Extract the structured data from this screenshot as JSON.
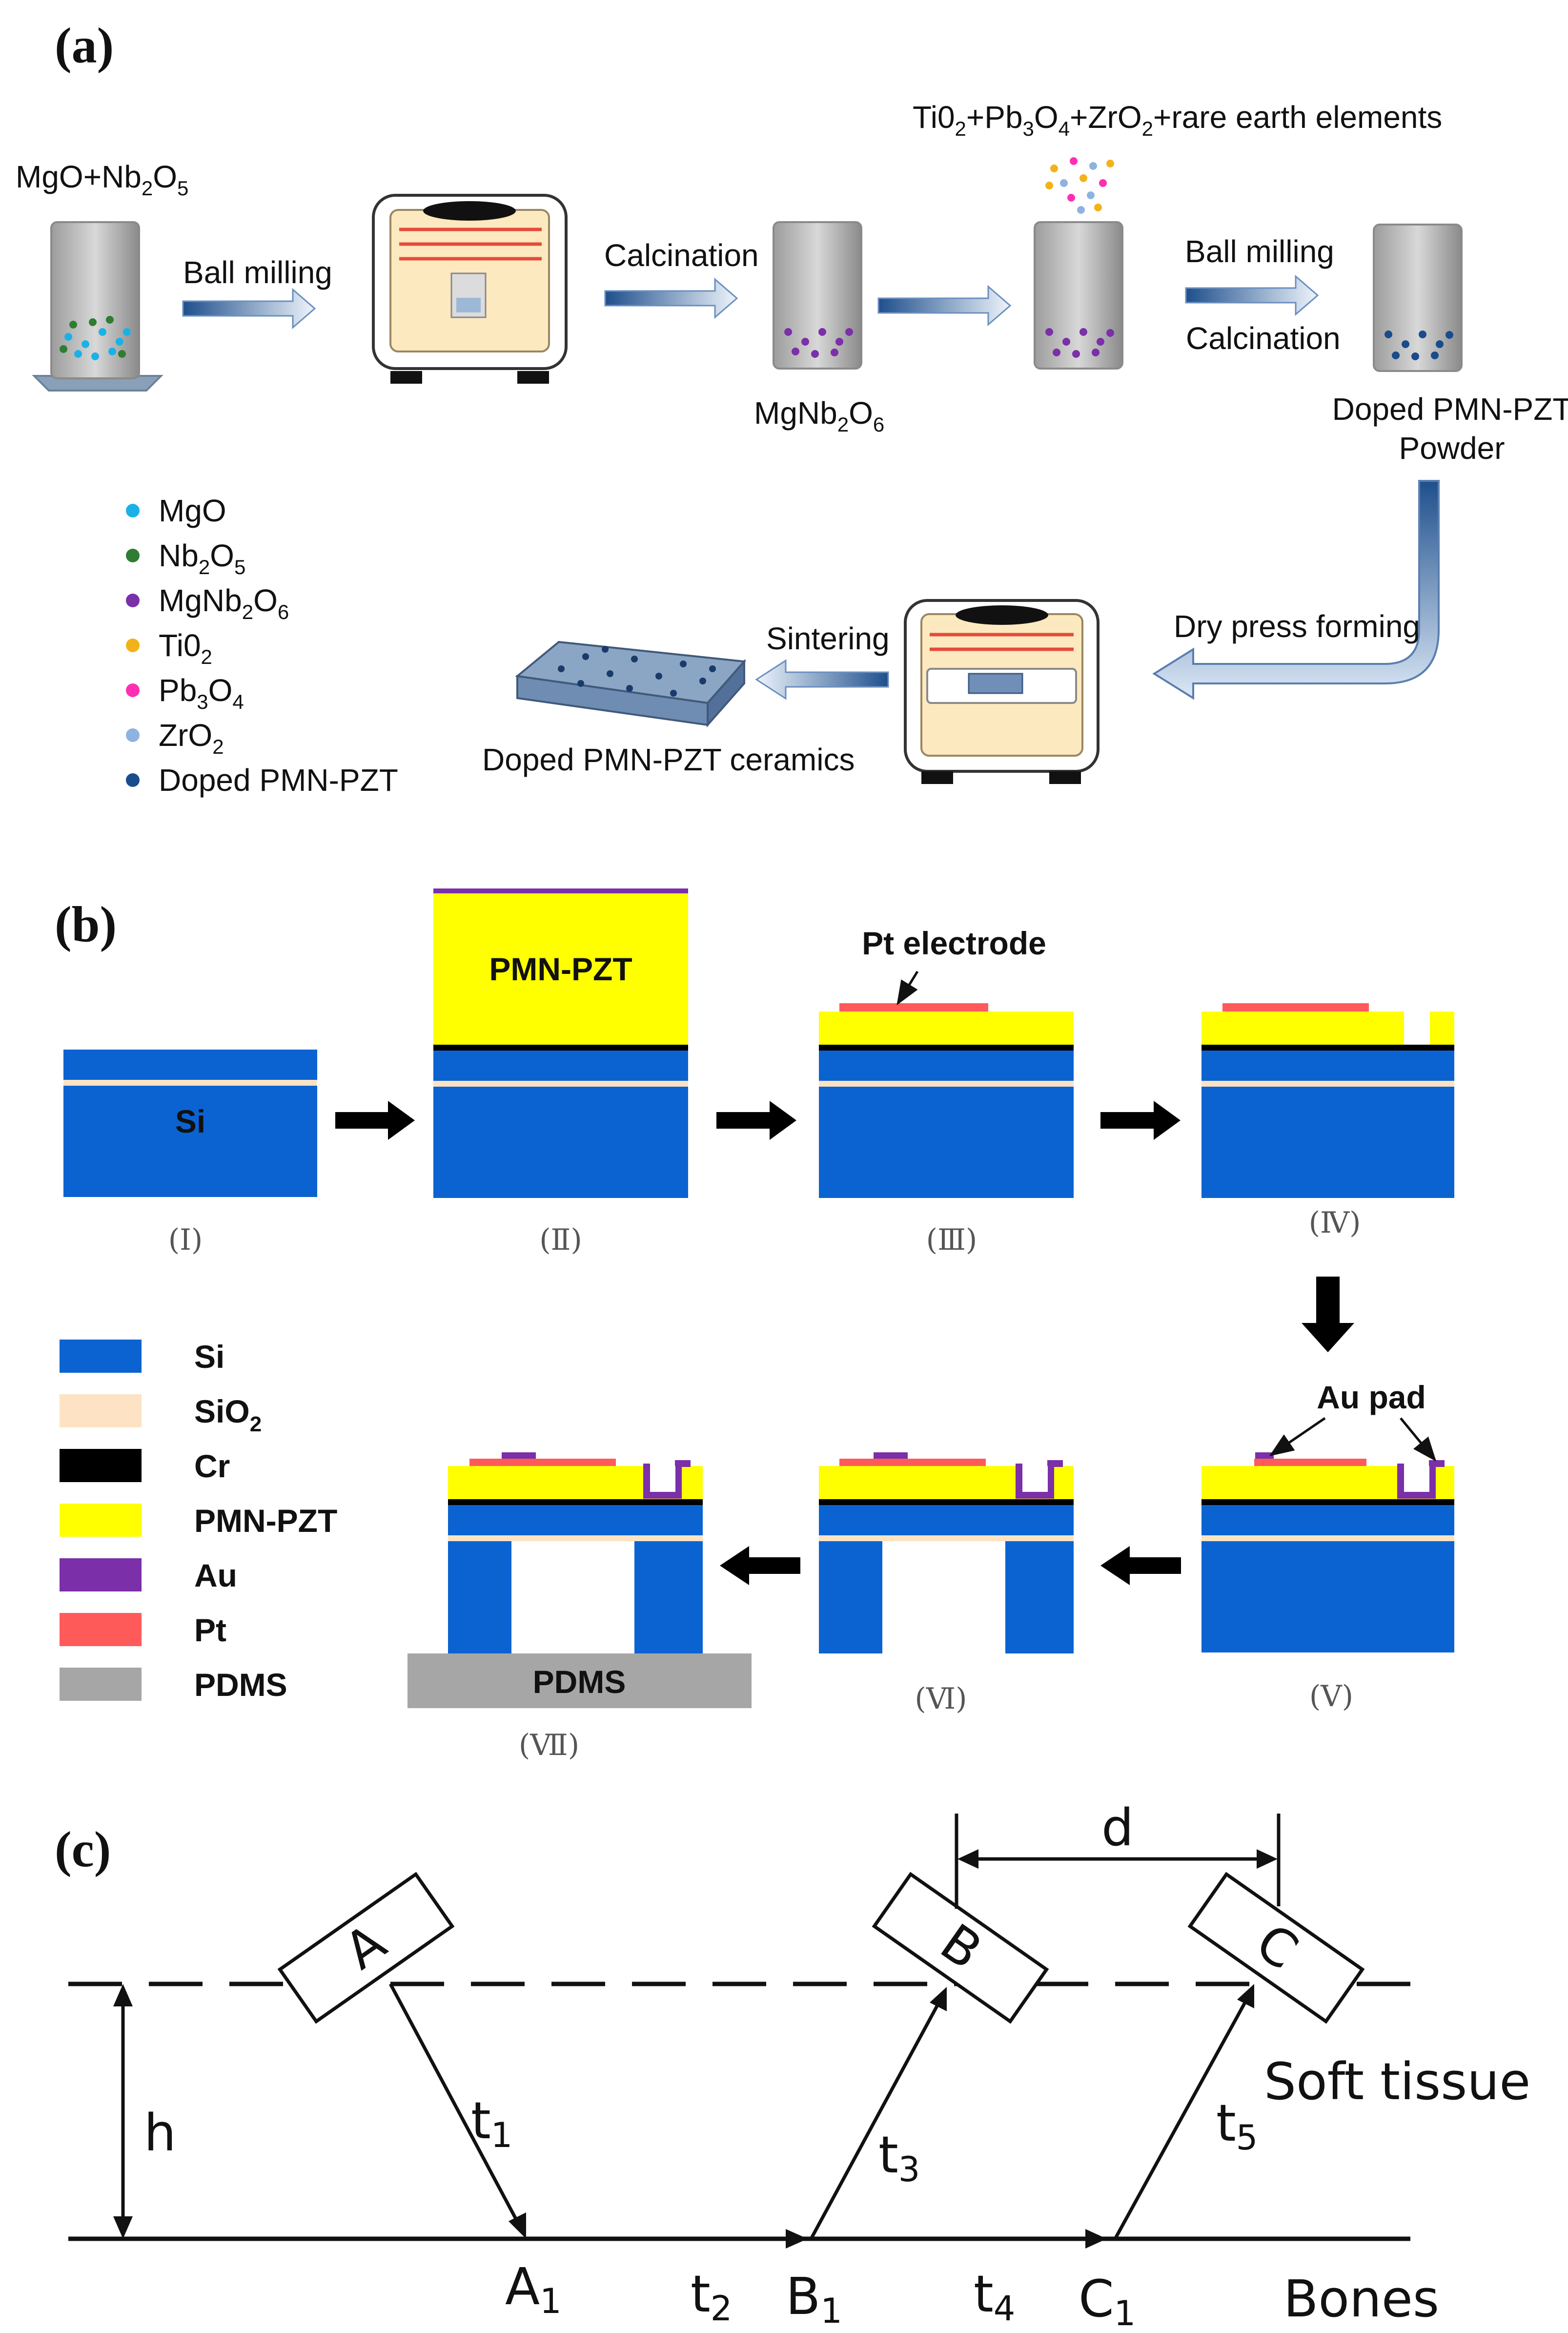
{
  "panel_labels": {
    "a": "(a)",
    "b": "(b)",
    "c": "(c)"
  },
  "panel_a": {
    "mgo_nb2o5": {
      "p1": "MgO+Nb",
      "s1": "2",
      "p2": "O",
      "s2": "5"
    },
    "ball_milling": "Ball milling",
    "calcination": "Calcination",
    "mgnb2o6": {
      "p1": "MgNb",
      "s1": "2",
      "p2": "O",
      "s2": "6"
    },
    "additives": {
      "p1": "Ti0",
      "s1": "2",
      "p2": "+Pb",
      "s2": "3",
      "p3": "O",
      "s3": "4",
      "p4": "+ZrO",
      "s4": "2",
      "p5": "+rare earth elements"
    },
    "ball_milling_2": "Ball milling",
    "calcination_2": "Calcination",
    "doped_powder_line1": "Doped PMN-PZT",
    "doped_powder_line2": "Powder",
    "dry_press_forming": "Dry press forming",
    "sintering": "Sintering",
    "doped_ceramics": "Doped PMN-PZT ceramics",
    "legend": [
      {
        "color": "#1ab2e6",
        "p1": "MgO"
      },
      {
        "color": "#2e7d32",
        "p1": "Nb",
        "s1": "2",
        "p2": "O",
        "s2": "5"
      },
      {
        "color": "#7b2fa8",
        "p1": "MgNb",
        "s1": "2",
        "p2": "O",
        "s2": "6"
      },
      {
        "color": "#f2b21a",
        "p1": "Ti0",
        "s1": "2"
      },
      {
        "color": "#ff2fb3",
        "p1": "Pb",
        "s1": "3",
        "p2": "O",
        "s2": "4"
      },
      {
        "color": "#8fb3e0",
        "p1": "ZrO",
        "s1": "2"
      },
      {
        "color": "#1a4c8c",
        "p1": "Doped PMN-PZT"
      }
    ]
  },
  "panel_b": {
    "si": "Si",
    "pmn_pzt": "PMN-PZT",
    "pt_electrode": "Pt electrode",
    "au_pad": "Au pad",
    "pdms": "PDMS",
    "steps": [
      "(Ⅰ)",
      "(Ⅱ)",
      "(Ⅲ)",
      "(Ⅳ)",
      "(Ⅴ)",
      "(Ⅵ)",
      "(Ⅶ)"
    ],
    "legend": [
      {
        "color": "#0b63d1",
        "p1": "Si"
      },
      {
        "color": "#fde3c4",
        "p1": "SiO",
        "s1": "2"
      },
      {
        "color": "#000000",
        "p1": "Cr"
      },
      {
        "color": "#ffff00",
        "p1": "PMN-PZT"
      },
      {
        "color": "#7b2fa8",
        "p1": "Au"
      },
      {
        "color": "#ff5a5a",
        "p1": "Pt"
      },
      {
        "color": "#a6a6a6",
        "p1": "PDMS"
      }
    ]
  },
  "panel_c": {
    "A": "A",
    "B": "B",
    "C": "C",
    "d": "d",
    "h": "h",
    "t1": {
      "p": "t",
      "s": "1"
    },
    "t2": {
      "p": "t",
      "s": "2"
    },
    "t3": {
      "p": "t",
      "s": "3"
    },
    "t4": {
      "p": "t",
      "s": "4"
    },
    "t5": {
      "p": "t",
      "s": "5"
    },
    "A1": {
      "p": "A",
      "s": "1"
    },
    "B1": {
      "p": "B",
      "s": "1"
    },
    "C1": {
      "p": "C",
      "s": "1"
    },
    "soft_tissue": "Soft tissue",
    "bones": "Bones"
  }
}
